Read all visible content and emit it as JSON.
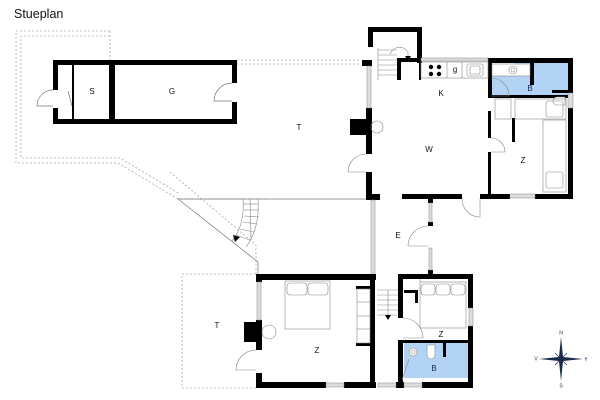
{
  "title": "Stueplan",
  "colors": {
    "wall": "#000000",
    "bathroom_fill": "#b3d3f5",
    "line": "#888888",
    "window": "#cccccc",
    "compass": "#1a2a4a"
  },
  "rooms": {
    "storage": {
      "label": "S"
    },
    "garage": {
      "label": "G"
    },
    "terrace_north": {
      "label": "T"
    },
    "kitchen": {
      "label": "K"
    },
    "fridge": {
      "label": "g"
    },
    "bath_north": {
      "label": "B"
    },
    "living": {
      "label": "W"
    },
    "bedroom_northeast": {
      "label": "Z"
    },
    "entrance": {
      "label": "E"
    },
    "terrace_south": {
      "label": "T"
    },
    "bedroom_south": {
      "label": "Z"
    },
    "bedroom_southeast": {
      "label": "Z"
    },
    "bath_south": {
      "label": "B"
    }
  },
  "compass": {
    "n": "N",
    "s": "S",
    "e": "e",
    "w": "V"
  }
}
